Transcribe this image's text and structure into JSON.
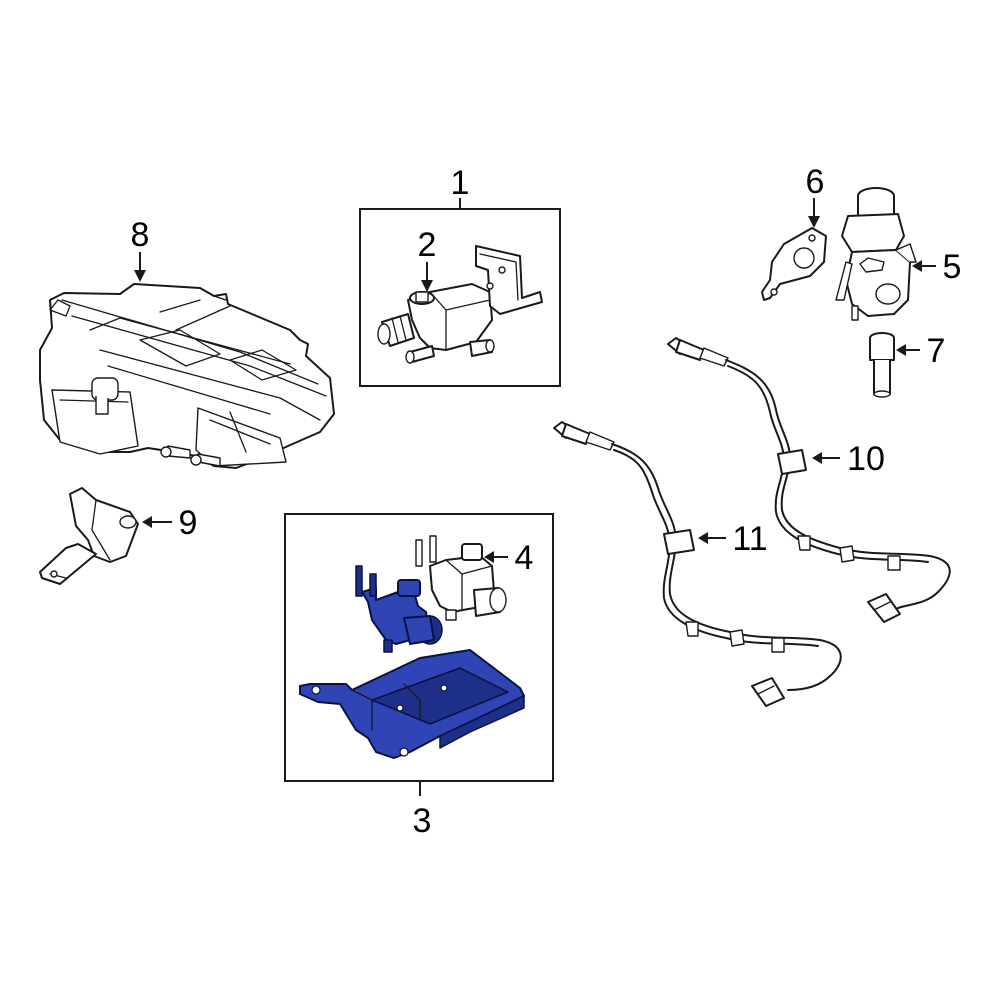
{
  "callouts": {
    "c1": "1",
    "c2": "2",
    "c3": "3",
    "c4": "4",
    "c5": "5",
    "c6": "6",
    "c7": "7",
    "c8": "8",
    "c9": "9",
    "c10": "10",
    "c11": "11"
  },
  "colors": {
    "highlight": "#2f45b5",
    "line": "#1a1a1a",
    "background": "#ffffff"
  }
}
